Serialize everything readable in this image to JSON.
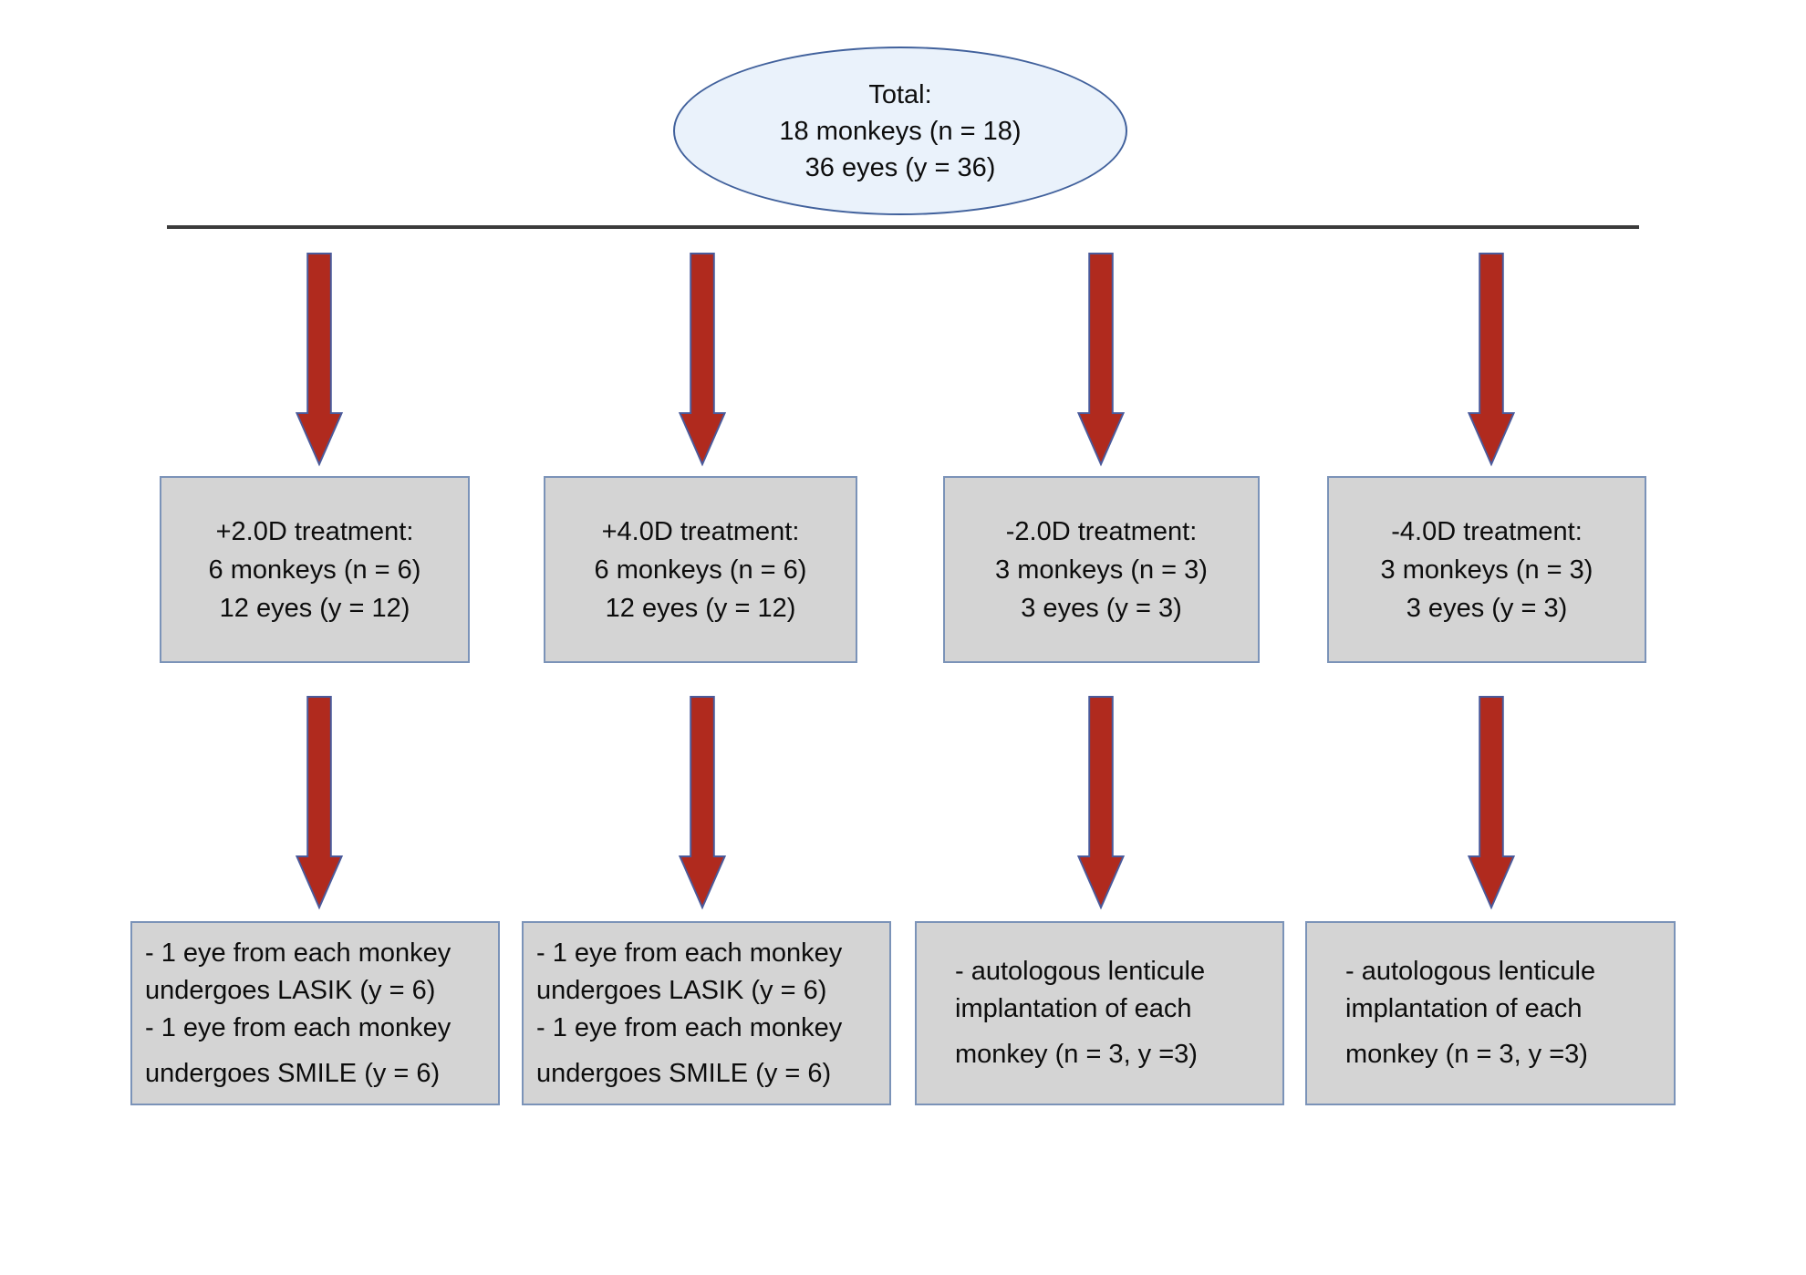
{
  "colors": {
    "page_bg": "#ffffff",
    "ellipse_fill": "#eaf2fb",
    "ellipse_border": "#41619c",
    "box_fill": "#d4d4d4",
    "box_border": "#7b93b8",
    "arrow_fill": "#b02a1e",
    "arrow_stroke": "#4a5a9b",
    "divider": "#3b3b3b"
  },
  "total_node": {
    "lines": [
      "Total:",
      "18 monkeys (n = 18)",
      "36 eyes (y = 36)"
    ]
  },
  "columns": [
    {
      "treatment": {
        "lines": [
          "+2.0D treatment:",
          "6 monkeys (n = 6)",
          "12 eyes (y = 12)"
        ]
      },
      "outcome": {
        "lines": [
          "- 1 eye from each monkey",
          "undergoes LASIK (y = 6)",
          "- 1 eye from each monkey",
          "undergoes SMILE (y = 6)"
        ]
      }
    },
    {
      "treatment": {
        "lines": [
          "+4.0D treatment:",
          "6 monkeys (n = 6)",
          "12 eyes (y = 12)"
        ]
      },
      "outcome": {
        "lines": [
          "- 1 eye from each monkey",
          "undergoes LASIK (y = 6)",
          "- 1 eye from each monkey",
          "undergoes SMILE (y = 6)"
        ]
      }
    },
    {
      "treatment": {
        "lines": [
          "-2.0D treatment:",
          "3 monkeys (n = 3)",
          "3 eyes (y = 3)"
        ]
      },
      "outcome": {
        "lines": [
          "- autologous lenticule",
          "implantation of each",
          "monkey (n = 3, y =3)"
        ]
      }
    },
    {
      "treatment": {
        "lines": [
          "-4.0D treatment:",
          "3 monkeys (n = 3)",
          "3 eyes (y = 3)"
        ]
      },
      "outcome": {
        "lines": [
          "- autologous lenticule",
          "implantation of each",
          "monkey (n = 3, y =3)"
        ]
      }
    }
  ]
}
